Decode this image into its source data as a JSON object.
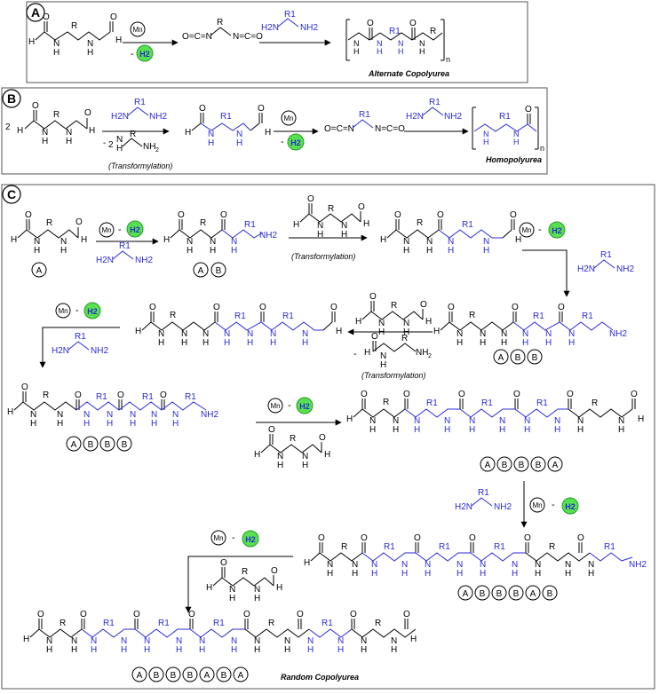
{
  "panels": [
    {
      "letter": "A",
      "product": "Alternate Copolyurea",
      "step_notes": []
    },
    {
      "letter": "B",
      "product": "Homopolyurea",
      "step_notes": [
        "(Transformylation)"
      ],
      "coefficient": "2",
      "minus": "-",
      "coefficient2": "2"
    },
    {
      "letter": "C",
      "product": "Random Copolyurea",
      "step_notes": [
        "(Transformylation)",
        "(Transformylation)"
      ]
    }
  ],
  "reagents": {
    "catalyst": "Mn",
    "hydrogen": "H2",
    "minus": "-",
    "diamine_left": "H2N",
    "diamine_right": "NH2",
    "r1": "R1",
    "r": "R",
    "n": "n"
  },
  "sequences": {
    "s1": [
      "A",
      "B"
    ],
    "s2": [
      "A",
      "B",
      "B"
    ],
    "s3": [
      "A",
      "B",
      "B",
      "B"
    ],
    "s4": [
      "A",
      "B",
      "B",
      "B",
      "A"
    ],
    "s5": [
      "A",
      "B",
      "B",
      "B",
      "A",
      "B"
    ],
    "s6": [
      "A",
      "B",
      "B",
      "B",
      "A",
      "B",
      "A"
    ]
  },
  "colors": {
    "black": "#000000",
    "blue": "#2a2ad8",
    "h2_fill": "#57e04f",
    "h2_stroke": "#2a9a2a"
  }
}
